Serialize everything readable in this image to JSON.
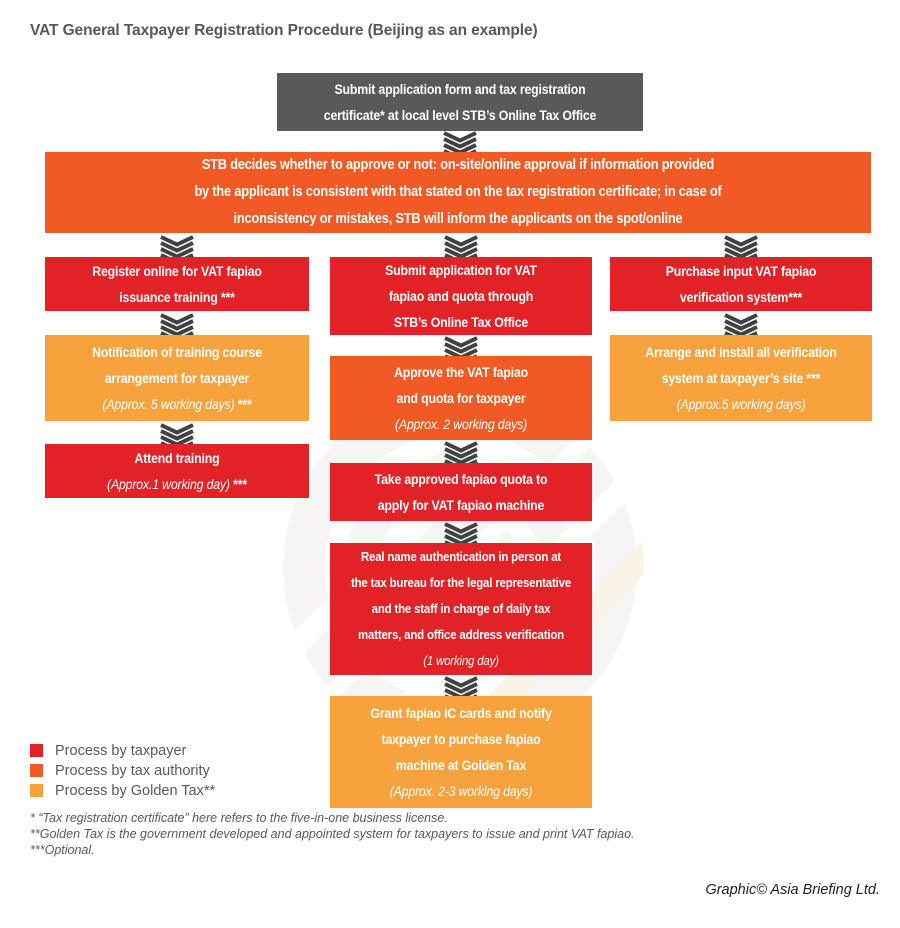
{
  "title": "VAT General Taxpayer Registration Procedure (Beijing as an example)",
  "colors": {
    "taxpayer_red": "#E22227",
    "tax_authority_orange": "#F15A24",
    "golden_tax_orange": "#F7A23C",
    "start_box_gray": "#58595B",
    "arrow_gray": "#414042",
    "text_gray": "#58595B"
  },
  "flow": {
    "start": {
      "lines": [
        {
          "text": "Submit application form and tax registration"
        },
        {
          "text": "certificate* at local level STB’s Online Tax Office"
        }
      ]
    },
    "decision": {
      "lines": [
        {
          "text": "STB decides whether to approve or not: on-site/online approval if information provided"
        },
        {
          "text": "by the applicant is consistent with that stated on the tax registration certificate; in case of"
        },
        {
          "text": "inconsistency or mistakes, STB will inform the applicants on the spot/online"
        }
      ]
    },
    "columns": [
      {
        "name": "fapiao-issuance-training",
        "boxes": [
          {
            "color": "red",
            "lines": [
              {
                "text": "Register online for VAT fapiao"
              },
              {
                "text": "issuance training ***"
              }
            ]
          },
          {
            "color": "light-orange",
            "lines": [
              {
                "text": "Notification of training course"
              },
              {
                "text": "arrangement for taxpayer"
              },
              {
                "text": "(Approx. 5 working days)",
                "suffix": " ***"
              }
            ]
          },
          {
            "color": "red",
            "lines": [
              {
                "text": "Attend training"
              },
              {
                "text": "(Approx.1 working day)",
                "suffix": " ***"
              }
            ]
          }
        ]
      },
      {
        "name": "fapiao-and-quota-application",
        "boxes": [
          {
            "color": "red",
            "lines": [
              {
                "text": "Submit application for VAT"
              },
              {
                "text": "fapiao and quota through"
              },
              {
                "text": "STB’s Online Tax Office"
              }
            ]
          },
          {
            "color": "dark-orange",
            "lines": [
              {
                "text": "Approve the VAT fapiao"
              },
              {
                "text": "and quota for taxpayer"
              },
              {
                "text": "(Approx. 2 working days)"
              }
            ]
          },
          {
            "color": "red",
            "lines": [
              {
                "text": "Take approved fapiao quota to"
              },
              {
                "text": "apply for VAT fapiao machine"
              }
            ]
          },
          {
            "color": "red",
            "lines": [
              {
                "text": "Real name authentication in person at"
              },
              {
                "text": "the tax bureau for the legal representative"
              },
              {
                "text": "and the staff in charge of daily tax"
              },
              {
                "text": "matters, and office address verification"
              },
              {
                "text": "(1 working day)"
              }
            ]
          },
          {
            "color": "light-orange",
            "lines": [
              {
                "text": "Grant fapiao IC cards and notify"
              },
              {
                "text": "taxpayer to purchase fapiao"
              },
              {
                "text": "machine at Golden Tax"
              },
              {
                "text": "(Approx. 2-3 working days)"
              }
            ]
          }
        ]
      },
      {
        "name": "verification-system",
        "boxes": [
          {
            "color": "red",
            "lines": [
              {
                "text": "Purchase input VAT fapiao"
              },
              {
                "text": "verification system***"
              }
            ]
          },
          {
            "color": "light-orange",
            "lines": [
              {
                "text": "Arrange and install all verification"
              },
              {
                "text": "system at taxpayer’s site ***"
              },
              {
                "text": "(Approx.5 working days)"
              }
            ]
          }
        ]
      }
    ]
  },
  "legend": {
    "items": [
      {
        "label": "Process by taxpayer",
        "color": "#E22227"
      },
      {
        "label": "Process by tax authority",
        "color": "#F15A24"
      },
      {
        "label": "Process by Golden Tax**",
        "color": "#F7A23C"
      }
    ]
  },
  "footnotes": [
    "* “Tax registration certificate” here refers to the five-in-one business license.",
    "**Golden Tax is the government developed and appointed system for taxpayers to issue and print VAT fapiao.",
    "***Optional."
  ],
  "credit": "Graphic© Asia Briefing Ltd."
}
